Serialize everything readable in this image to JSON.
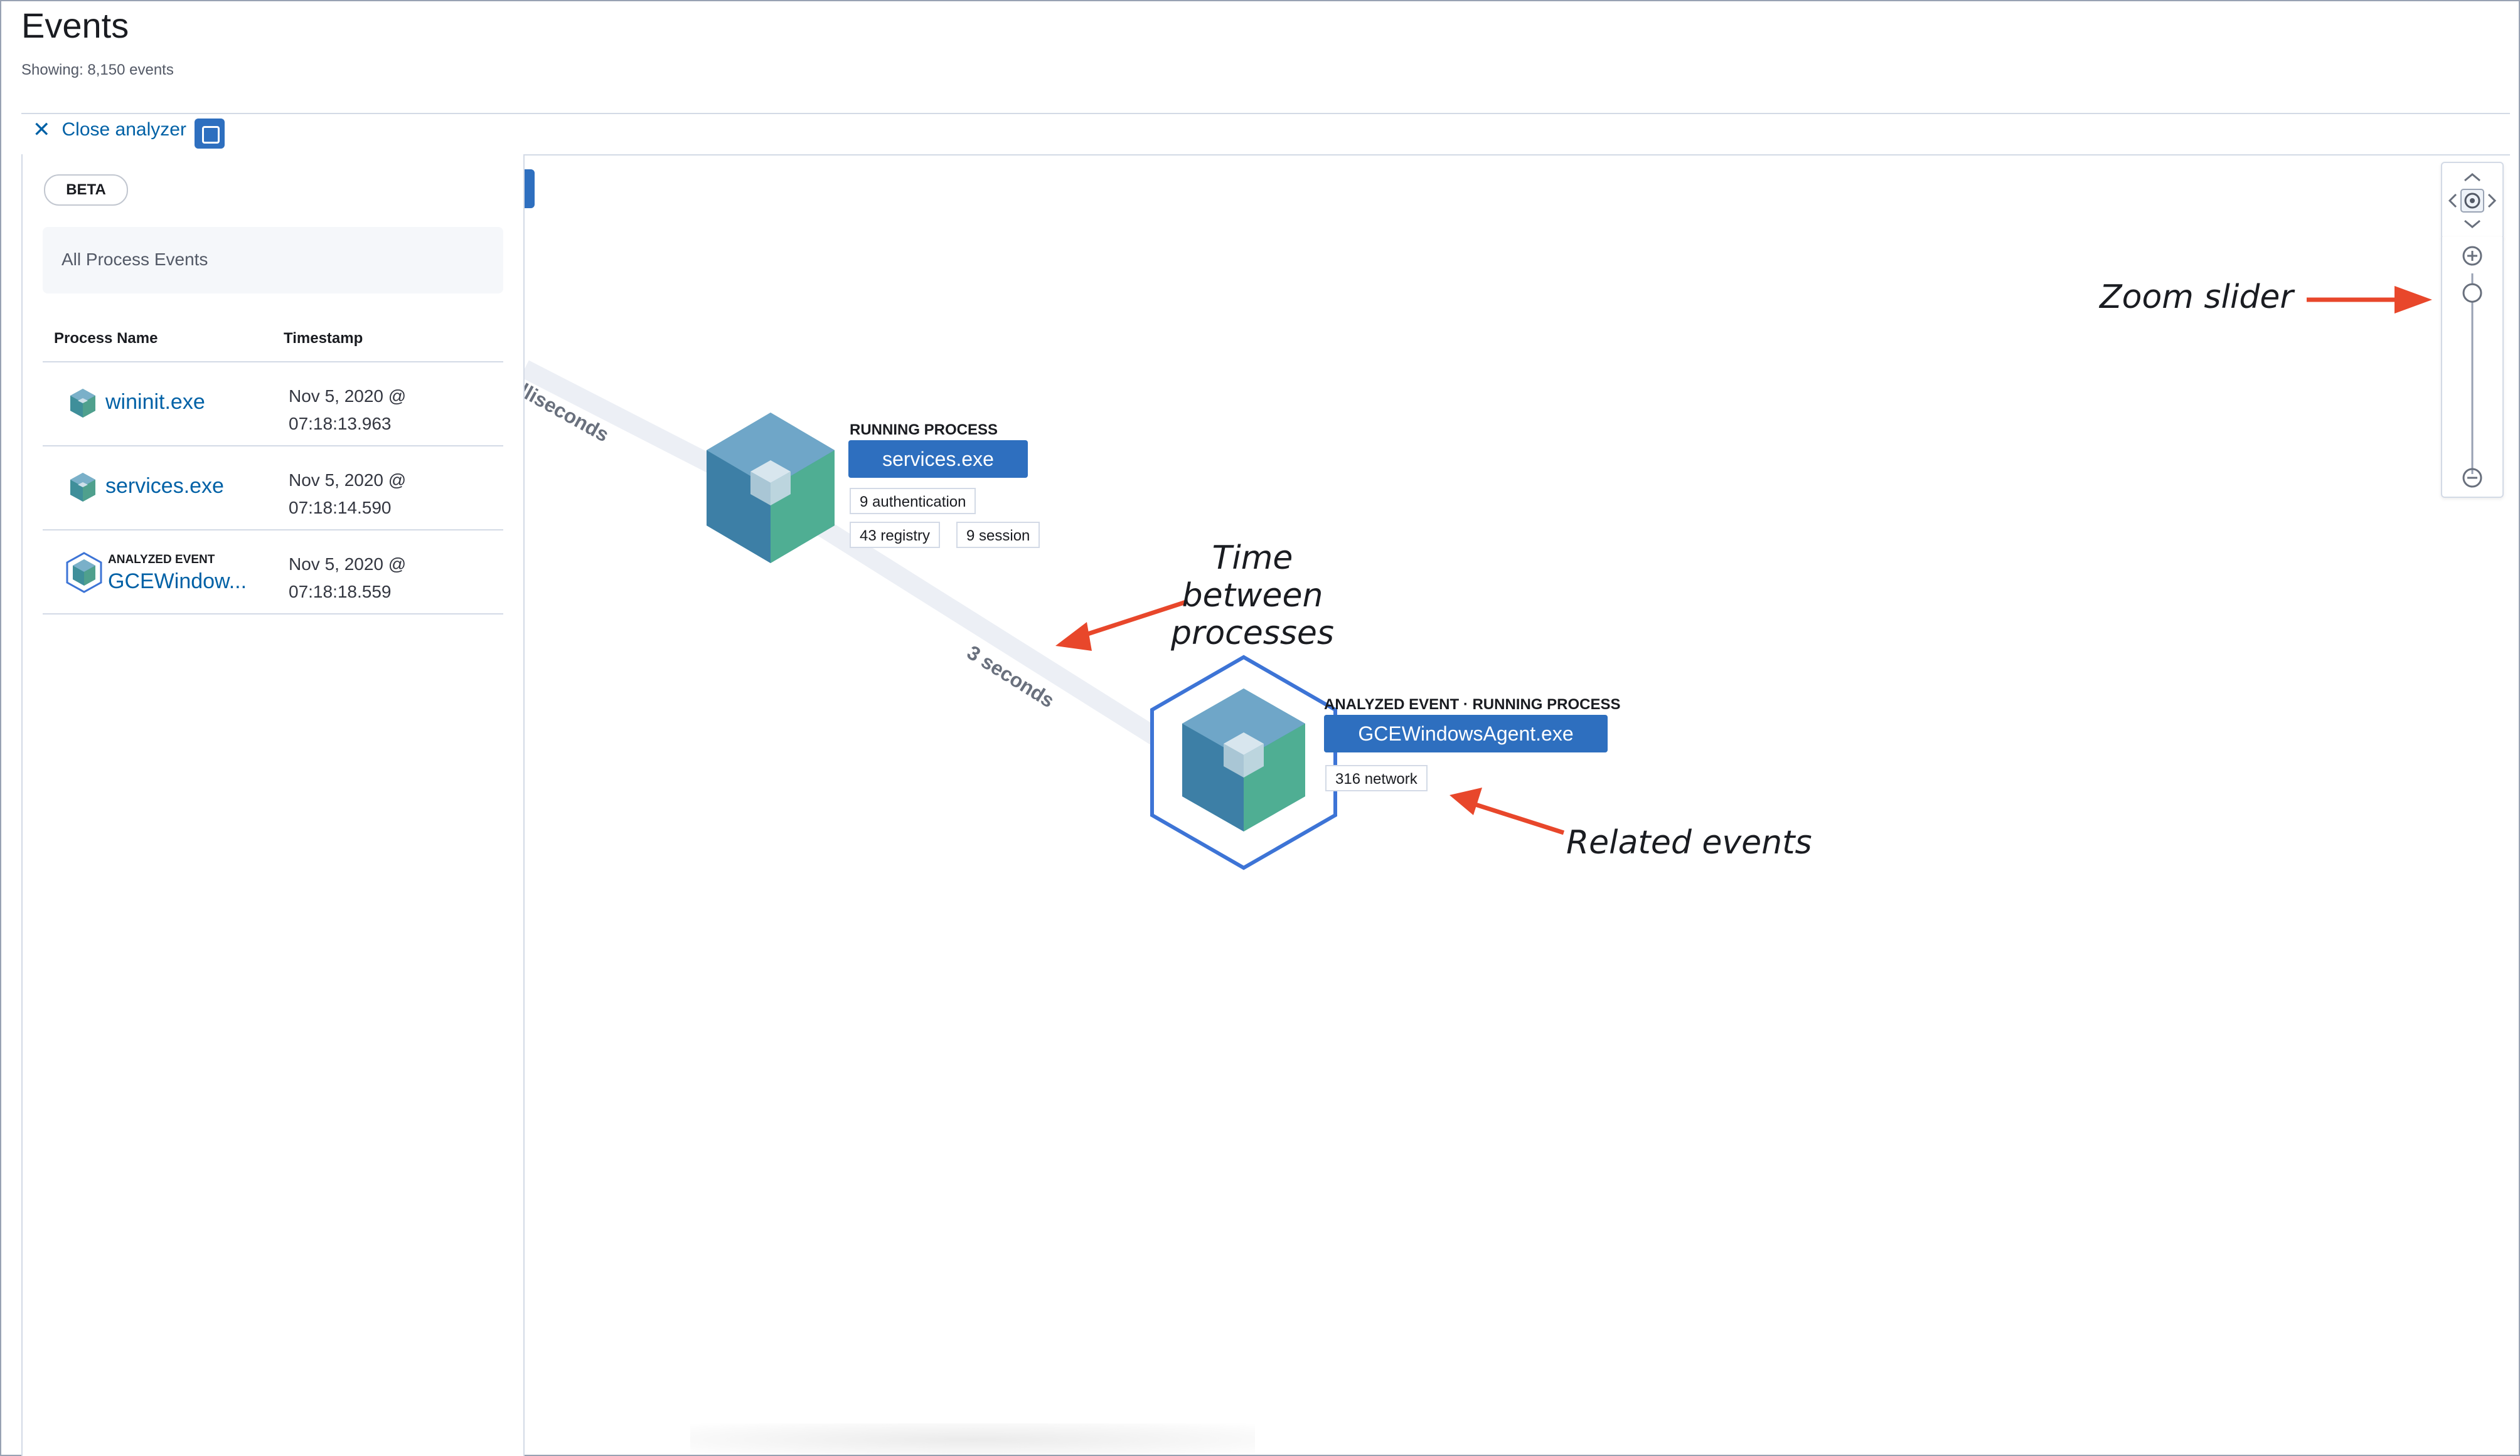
{
  "header": {
    "title": "Events",
    "subtitle": "Showing: 8,150 events"
  },
  "toolbar": {
    "close_icon": "close-icon",
    "close_label": "Close analyzer",
    "fullscreen_icon": "fullscreen-icon"
  },
  "panel": {
    "badge": "BETA",
    "breadcrumb": "All Process Events",
    "columns": [
      "Process Name",
      "Timestamp"
    ],
    "rows": [
      {
        "icon": "process-cube-icon",
        "name": "wininit.exe",
        "timestamp_line1": "Nov 5, 2020 @",
        "timestamp_line2": "07:18:13.963"
      },
      {
        "icon": "process-cube-icon",
        "name": "services.exe",
        "timestamp_line1": "Nov 5, 2020 @",
        "timestamp_line2": "07:18:14.590"
      },
      {
        "icon": "analyzed-process-icon",
        "label": "ANALYZED EVENT",
        "name": "GCEWindow...",
        "timestamp_line1": "Nov 5, 2020 @",
        "timestamp_line2": "07:18:18.559"
      }
    ]
  },
  "graph": {
    "edges": [
      {
        "label": "illiseconds"
      },
      {
        "label": "3 seconds"
      }
    ],
    "nodes": [
      {
        "state_label": "RUNNING PROCESS",
        "name": "services.exe",
        "related": [
          "9 authentication",
          "43 registry",
          "9 session"
        ]
      },
      {
        "state_label": "ANALYZED EVENT · RUNNING PROCESS",
        "name": "GCEWindowsAgent.exe",
        "related": [
          "316 network"
        ]
      }
    ]
  },
  "controls": {
    "pan_icons": [
      "chevron-up-icon",
      "chevron-left-icon",
      "center-target-icon",
      "chevron-right-icon",
      "chevron-down-icon"
    ],
    "zoom_in_icon": "zoom-in-icon",
    "zoom_out_icon": "zoom-out-icon",
    "zoom_level": 0.9
  },
  "annotations": {
    "zoom": "Zoom slider",
    "time_line1": "Time",
    "time_line2": "between",
    "time_line3": "processes",
    "related": "Related events"
  },
  "colors": {
    "accent": "#2e6fbf",
    "link": "#0061a6",
    "annotation_arrow": "#e8472b",
    "selection_hex": "#3d74d6"
  }
}
